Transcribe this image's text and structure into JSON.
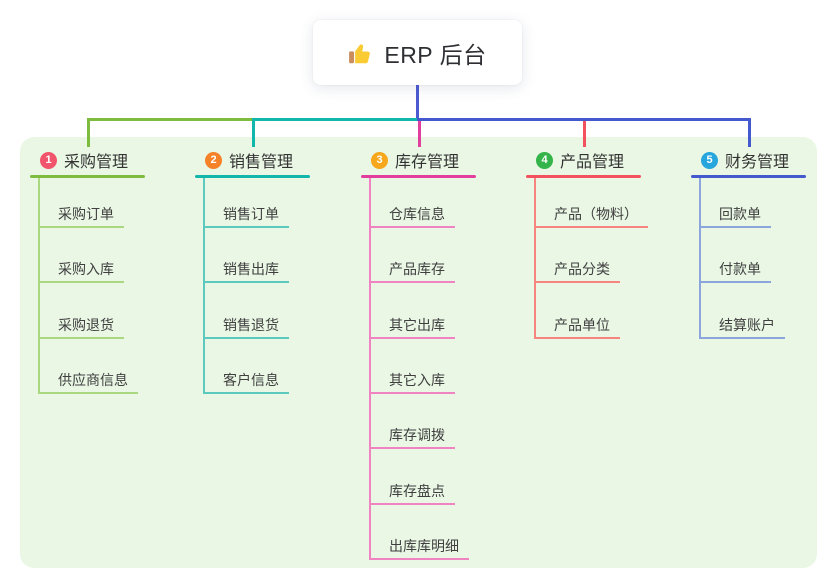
{
  "root": {
    "label": "ERP 后台",
    "icon": "thumbs-up-icon"
  },
  "canvas": {
    "background": "#ffffff",
    "panel_color": "#eaf7e5",
    "root_connector_color": "#4c5ad2"
  },
  "branches": [
    {
      "index": "1",
      "label": "采购管理",
      "badge_color": "#f1556c",
      "line_color": "#7ebc3f",
      "item_line_color": "#aad880",
      "items": [
        "采购订单",
        "采购入库",
        "采购退货",
        "供应商信息"
      ]
    },
    {
      "index": "2",
      "label": "销售管理",
      "badge_color": "#f68227",
      "line_color": "#12b7ab",
      "item_line_color": "#5cc9bf",
      "items": [
        "销售订单",
        "销售出库",
        "销售退货",
        "客户信息"
      ]
    },
    {
      "index": "3",
      "label": "库存管理",
      "badge_color": "#f7a71c",
      "line_color": "#e23e9d",
      "item_line_color": "#f083c1",
      "items": [
        "仓库信息",
        "产品库存",
        "其它出库",
        "其它入库",
        "库存调拨",
        "库存盘点",
        "出库库明细"
      ]
    },
    {
      "index": "4",
      "label": "产品管理",
      "badge_color": "#35b44a",
      "line_color": "#f4515f",
      "item_line_color": "#f8847f",
      "items": [
        "产品（物料）",
        "产品分类",
        "产品单位"
      ]
    },
    {
      "index": "5",
      "label": "财务管理",
      "badge_color": "#27a5dd",
      "line_color": "#4459ce",
      "item_line_color": "#8da5dd",
      "items": [
        "回款单",
        "付款单",
        "结算账户"
      ]
    }
  ]
}
